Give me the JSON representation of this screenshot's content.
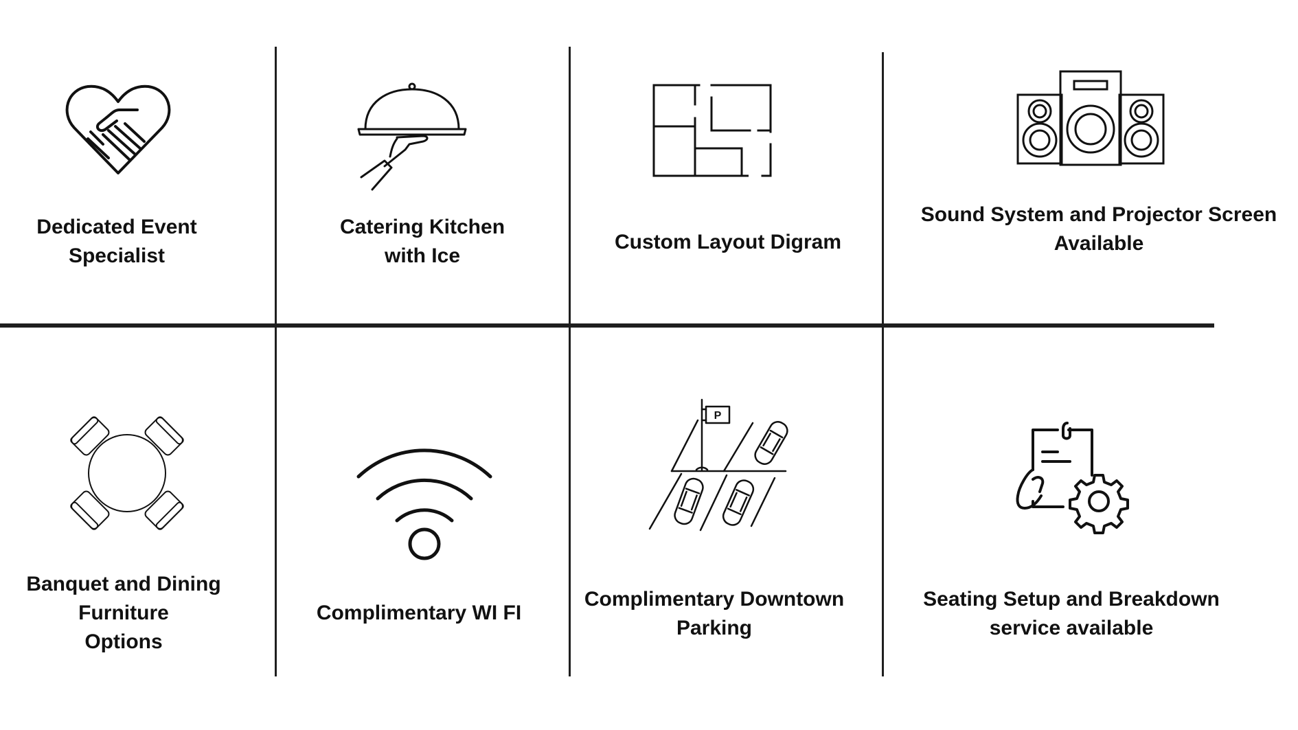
{
  "features": [
    {
      "icon": "heart-handshake-icon",
      "label": "Dedicated Event\nSpecialist"
    },
    {
      "icon": "serving-cloche-icon",
      "label": "Catering Kitchen\nwith Ice"
    },
    {
      "icon": "floor-plan-icon",
      "label": "Custom Layout Digram"
    },
    {
      "icon": "sound-system-speakers-icon",
      "label": "Sound System and Projector Screen\nAvailable"
    },
    {
      "icon": "round-table-chairs-icon",
      "label": "Banquet and Dining\nFurniture\nOptions"
    },
    {
      "icon": "wifi-icon",
      "label": "Complimentary WI FI"
    },
    {
      "icon": "parking-lot-cars-icon",
      "label": "Complimentary Downtown\nParking",
      "sign": "P"
    },
    {
      "icon": "clipboard-gear-icon",
      "label": "Seating Setup and Breakdown\nservice available"
    }
  ]
}
